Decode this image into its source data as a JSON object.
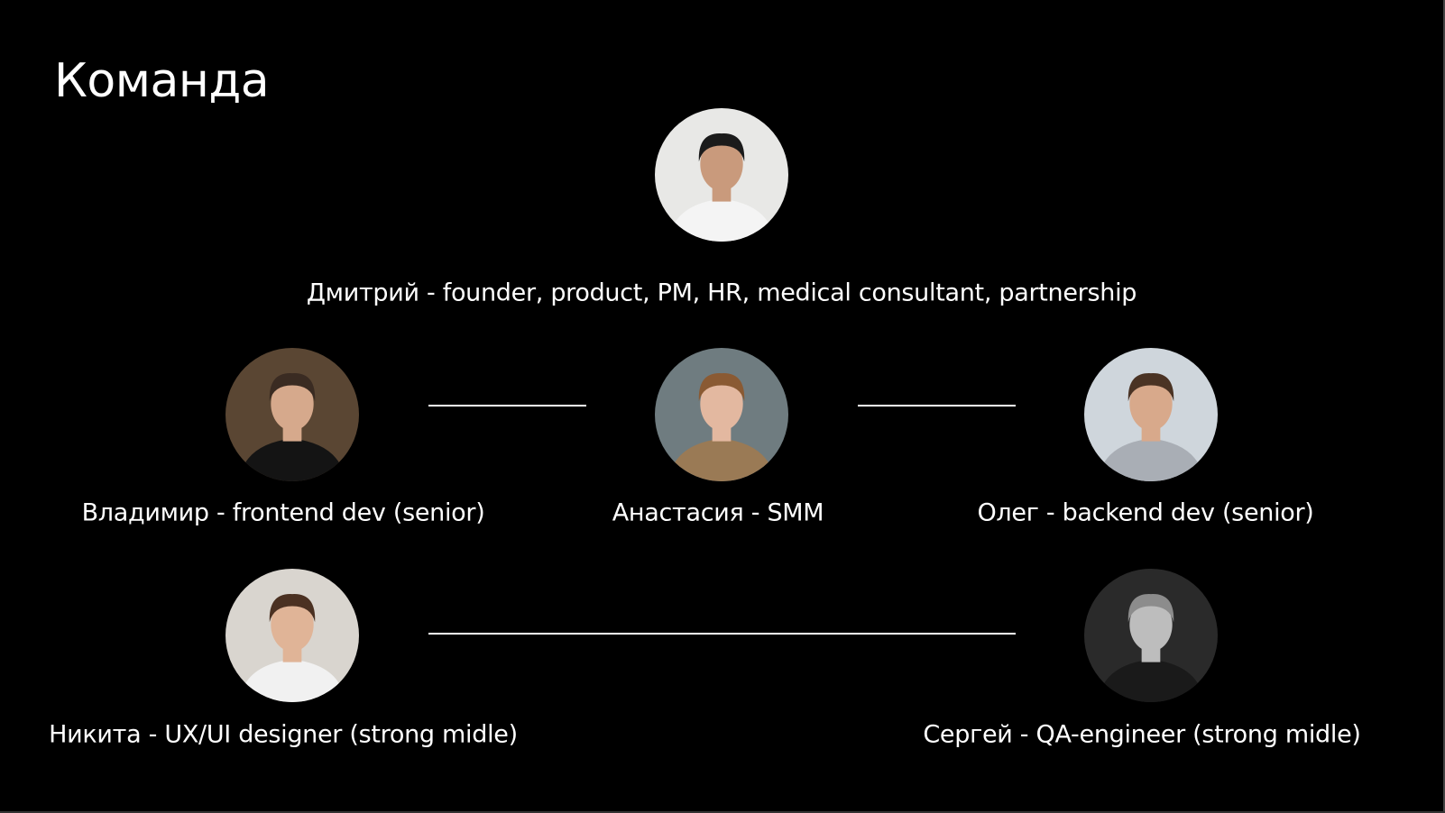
{
  "title": "Команда",
  "members": [
    {
      "caption": "Дмитрий - founder, product, PM, HR, medical consultant, partnership",
      "bg": "#e8e8e6",
      "skin": "#c99a7c",
      "hair": "#1b1b1b",
      "shirt": "#f4f4f4"
    },
    {
      "caption": "Владимир - frontend dev (senior)",
      "bg": "#5a4633",
      "skin": "#d6a98c",
      "hair": "#3a2b22",
      "shirt": "#141414"
    },
    {
      "caption": "Анастасия - SMM",
      "bg": "#6f7c80",
      "skin": "#e3b8a0",
      "hair": "#8a5a33",
      "shirt": "#9a7a55"
    },
    {
      "caption": "Олег - backend dev (senior)",
      "bg": "#cfd6dc",
      "skin": "#d8a98b",
      "hair": "#4a3324",
      "shirt": "#a9aeb5"
    },
    {
      "caption": "Никита - UX/UI designer (strong midle)",
      "bg": "#d9d5cf",
      "skin": "#e0b497",
      "hair": "#4b3122",
      "shirt": "#f1f1f1"
    },
    {
      "caption": "Сергей - QA-engineer (strong midle)",
      "bg": "#2a2a2a",
      "skin": "#bdbdbd",
      "hair": "#8c8c8c",
      "shirt": "#1a1a1a"
    }
  ]
}
